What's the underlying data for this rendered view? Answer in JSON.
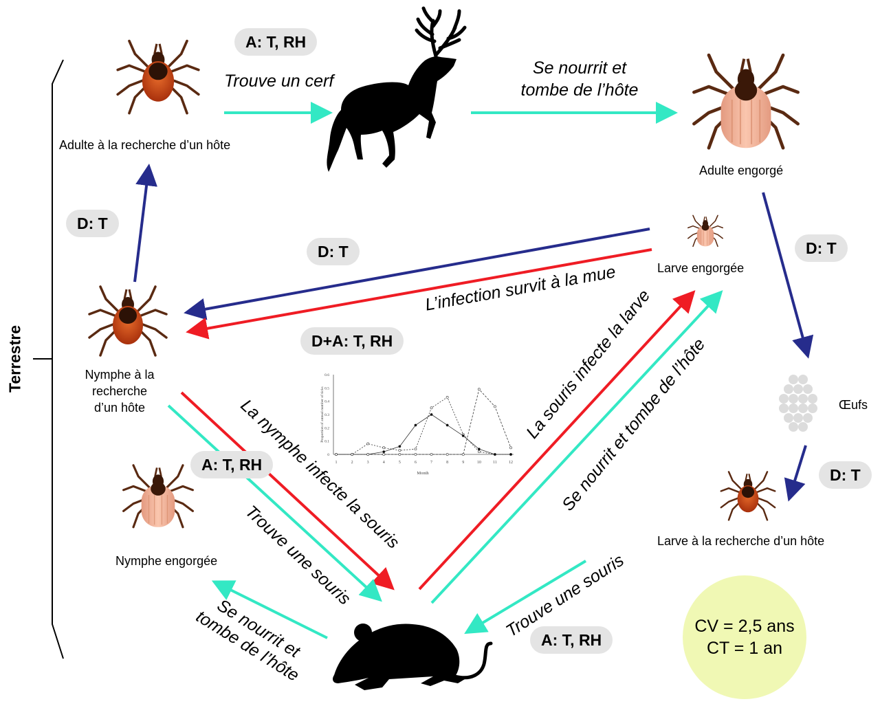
{
  "side_label": "Terrestre",
  "nodes": {
    "adult_seeking": "Adulte à la recherche d’un hôte",
    "adult_engorged": "Adulte engorgé",
    "larva_engorged": "Larve engorgée",
    "nymph_seeking_1": "Nymphe à la",
    "nymph_seeking_2": "recherche",
    "nymph_seeking_3": "d’un hôte",
    "eggs": "Œufs",
    "larva_seeking": "Larve à la recherche d’un hôte",
    "nymph_engorged": "Nymphe engorgée"
  },
  "badges": {
    "top": "A: T, RH",
    "left": "D: T",
    "middle": "D: T",
    "right": "D: T",
    "right_lower": "D: T",
    "molt": "D+A: T, RH",
    "nymph_mouse": "A: T, RH",
    "larva_mouse": "A: T, RH"
  },
  "captions": {
    "find_deer": "Trouve un cerf",
    "feed_fall_top_1": "Se nourrit et",
    "feed_fall_top_2": "tombe de l’hôte",
    "infection_survives": "L’infection survit à la mue",
    "nymph_infects": "La nymphe infecte la souris",
    "find_mouse_left": "Trouve une souris",
    "feed_fall_left_1": "Se nourrit et",
    "feed_fall_left_2": "tombe de l’hôte",
    "mouse_infects": "La souris infecte la larve",
    "feed_fall_mid": "Se nourrit et tombe de l’hôte",
    "find_mouse_right": "Trouve une souris"
  },
  "cv_text": "CV = 2,5 ans",
  "ct_text": "CT = 1 an",
  "colors": {
    "teal": "#33e8c4",
    "blue": "#262c8c",
    "red": "#ef1c24",
    "badge": "#e4e4e4",
    "circle": "#f0f8b4"
  },
  "icons": [
    "tick-icon",
    "deer-icon",
    "mouse-icon",
    "eggs-icon"
  ],
  "chart_data": {
    "type": "line",
    "xlabel": "Month",
    "ylabel": "Proportion of annual number of ticks",
    "xticks": [
      "1",
      "2",
      "3",
      "4",
      "5",
      "6",
      "7",
      "8",
      "9",
      "10",
      "11",
      "12"
    ],
    "yticks": [
      "0",
      "0.1",
      "0.2",
      "0.3",
      "0.4",
      "0.5",
      "0.6"
    ],
    "ylim": [
      0,
      0.6
    ],
    "series": [
      {
        "values": [
          0,
          0,
          0.08,
          0.05,
          0.03,
          0.04,
          0.35,
          0.43,
          0.15,
          0.02,
          0,
          0
        ]
      },
      {
        "values": [
          0,
          0,
          0,
          0.02,
          0.06,
          0.22,
          0.3,
          0.22,
          0.14,
          0.04,
          0,
          0
        ]
      },
      {
        "values": [
          0,
          0,
          0,
          0,
          0,
          0,
          0,
          0,
          0,
          0.49,
          0.36,
          0.05
        ]
      }
    ]
  }
}
